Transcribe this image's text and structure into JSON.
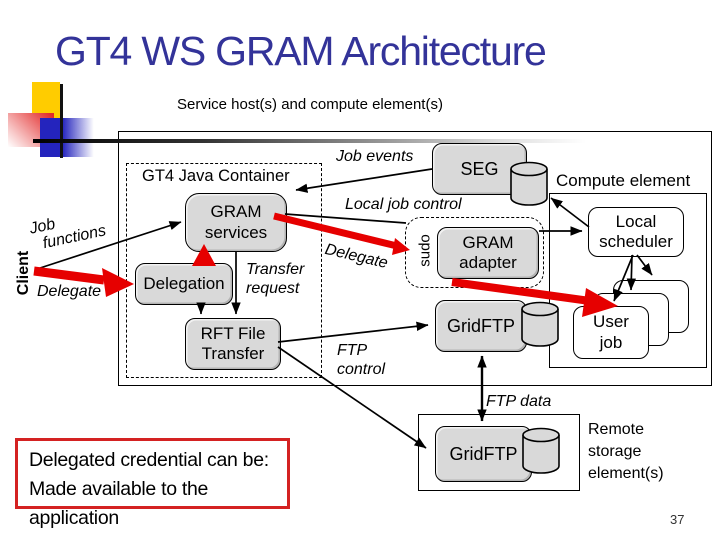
{
  "slide": {
    "title": "GT4 WS GRAM Architecture",
    "subtitle": "Service host(s) and compute element(s)",
    "page_number": "37"
  },
  "containers": {
    "gt4_java_container": "GT4 Java Container",
    "compute_element": "Compute element"
  },
  "nodes": {
    "seg": "SEG",
    "gram_services": "GRAM services",
    "delegation": "Delegation",
    "rft_file_transfer": "RFT File Transfer",
    "gram_adapter": "GRAM adapter",
    "sudo": "sudo",
    "local_scheduler": "Local scheduler",
    "user_job": "User job",
    "gridftp_service": "GridFTP",
    "gridftp_remote": "GridFTP"
  },
  "edge_labels": {
    "job_events": "Job events",
    "local_job_control": "Local job control",
    "delegate_to_adapter": "Delegate",
    "delegate_from_client": "Delegate",
    "job_functions_line1": "Job",
    "job_functions_line2": "functions",
    "transfer_request": "Transfer request",
    "ftp_control": "FTP control",
    "ftp_data": "FTP data"
  },
  "side_labels": {
    "client": "Client",
    "remote_storage": "Remote storage element(s)"
  },
  "callout": {
    "line1": "Delegated credential can be:",
    "line2": "Made available to the application"
  },
  "colors": {
    "title_blue": "#333399",
    "arrow_red": "#e60000",
    "callout_border_red": "#d42222",
    "node_gray": "#d9d9d9",
    "decor_yellow": "#ffcc00",
    "decor_blue": "#2424bd"
  }
}
